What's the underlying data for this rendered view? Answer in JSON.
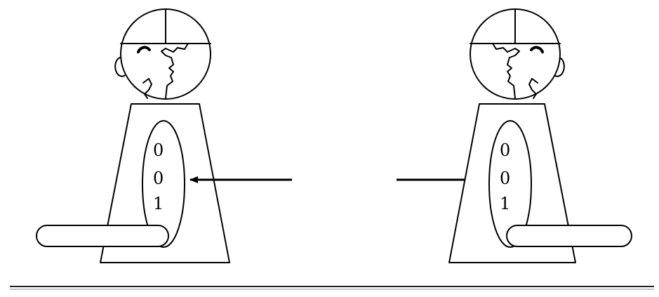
{
  "figures": [
    {
      "id": "left",
      "facing": "right",
      "bits": [
        "0",
        "0",
        "1"
      ]
    },
    {
      "id": "right",
      "facing": "left",
      "bits": [
        "0",
        "0",
        "1"
      ]
    }
  ],
  "arrows": [
    {
      "id": "arrow-into-left",
      "points_to": "left"
    },
    {
      "id": "arrow-into-right",
      "points_to": "right"
    }
  ]
}
